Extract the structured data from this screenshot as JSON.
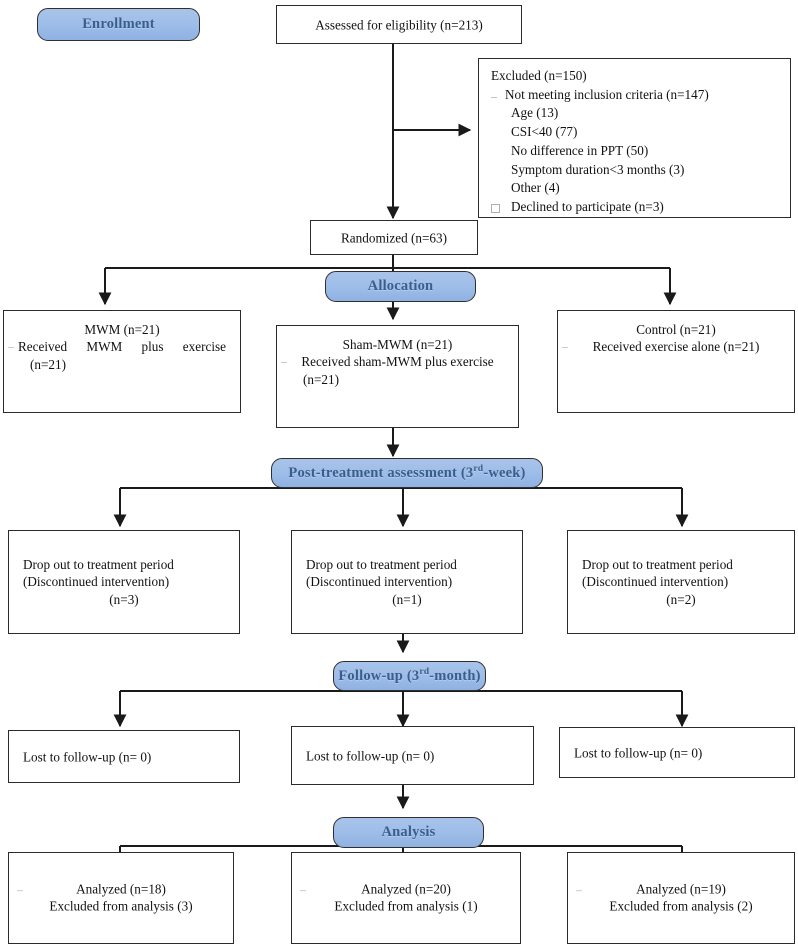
{
  "diagram": {
    "type": "consort-flow-diagram",
    "title": "CONSORT participant flow diagram",
    "colors": {
      "badge_fill": "#9dbce8",
      "badge_text": "#3a5e8c",
      "box_border": "#2b2b2b",
      "text": "#111111",
      "connector": "#1a1a1a",
      "background": "#ffffff"
    }
  },
  "stages": {
    "enrollment": "Enrollment",
    "allocation": "Allocation",
    "post_treatment_prefix": "Post-treatment assessment (3",
    "post_treatment_sup": "rd",
    "post_treatment_suffix": "-week)",
    "follow_up_prefix": "Follow-up (3",
    "follow_up_sup": "rd",
    "follow_up_suffix": "-month)",
    "analysis": "Analysis"
  },
  "enrollment": {
    "assessed": "Assessed for eligibility (n=213)",
    "excluded": {
      "heading": "Excluded (n=150)",
      "items": [
        {
          "marker": "dash",
          "text": "Not meeting inclusion criteria (n=147)"
        },
        {
          "marker": "none",
          "text": "Age (13)"
        },
        {
          "marker": "none",
          "text": "CSI<40 (77)"
        },
        {
          "marker": "none",
          "text": "No difference in PPT (50)"
        },
        {
          "marker": "none",
          "text": "Symptom duration<3 months (3)"
        },
        {
          "marker": "none",
          "text": "Other (4)"
        },
        {
          "marker": "square",
          "text": "Declined to participate (n=3)"
        }
      ]
    },
    "randomized": "Randomized (n=63)"
  },
  "allocation_arms": [
    {
      "title": "MWM (n=21)",
      "received": "Received MWM plus exercise",
      "received_n": "(n=21)"
    },
    {
      "title": "Sham-MWM (n=21)",
      "received": "Received sham-MWM plus exercise",
      "received_n": "(n=21)"
    },
    {
      "title": "Control (n=21)",
      "received": "Received exercise alone (n=21)",
      "received_n": ""
    }
  ],
  "dropout_rows": [
    {
      "line1": "Drop out to treatment period",
      "line2": "(Discontinued intervention)",
      "line3": "(n=3)"
    },
    {
      "line1": "Drop out to treatment period",
      "line2": "(Discontinued intervention)",
      "line3": "(n=1)"
    },
    {
      "line1": "Drop out to treatment period",
      "line2": "(Discontinued intervention)",
      "line3": "(n=2)"
    }
  ],
  "followup_rows": [
    {
      "text": "Lost to follow-up (n= 0)"
    },
    {
      "text": "Lost to follow-up (n= 0)"
    },
    {
      "text": "Lost to follow-up (n= 0)"
    }
  ],
  "analysis_rows": [
    {
      "analyzed": "Analyzed (n=18)",
      "excluded": "Excluded from analysis (3)"
    },
    {
      "analyzed": "Analyzed (n=20)",
      "excluded": "Excluded from analysis (1)"
    },
    {
      "analyzed": "Analyzed (n=19)",
      "excluded": "Excluded from analysis (2)"
    }
  ]
}
